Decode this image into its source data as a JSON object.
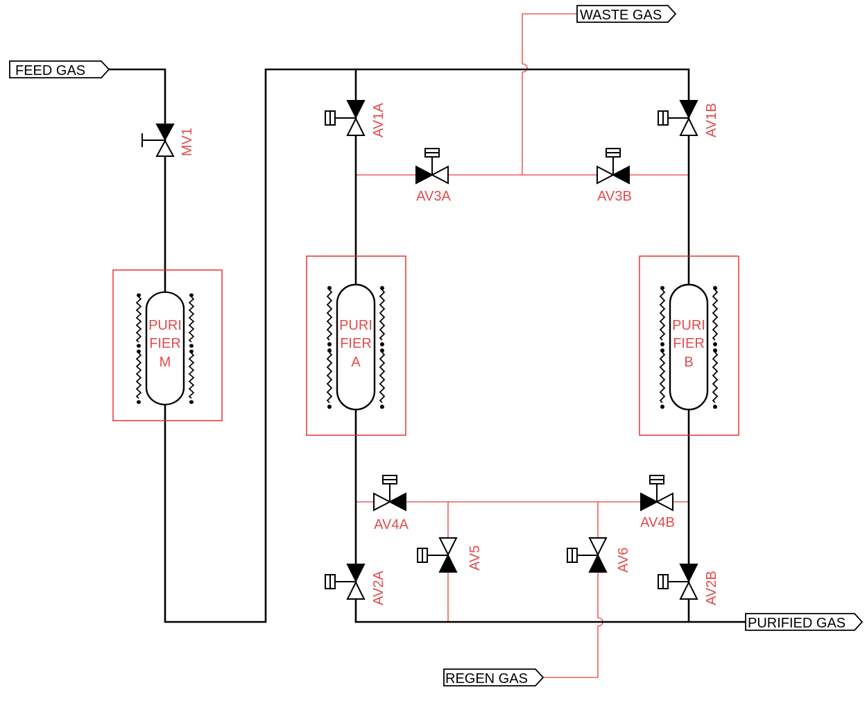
{
  "streams": {
    "feed_gas": "FEED GAS",
    "waste_gas": "WASTE GAS",
    "purified_gas": "PURIFIED GAS",
    "regen_gas": "REGEN GAS"
  },
  "purifiers": {
    "m": [
      "PURI",
      "FIER",
      "M"
    ],
    "a": [
      "PURI",
      "FIER",
      "A"
    ],
    "b": [
      "PURI",
      "FIER",
      "B"
    ]
  },
  "valves": {
    "mv1": "MV1",
    "av1a": "AV1A",
    "av1b": "AV1B",
    "av2a": "AV2A",
    "av2b": "AV2B",
    "av3a": "AV3A",
    "av3b": "AV3B",
    "av4a": "AV4A",
    "av4b": "AV4B",
    "av5": "AV5",
    "av6": "AV6"
  },
  "colors": {
    "process_line": "#000000",
    "secondary_line": "#ef3b3b",
    "label": "#e24b4b"
  }
}
